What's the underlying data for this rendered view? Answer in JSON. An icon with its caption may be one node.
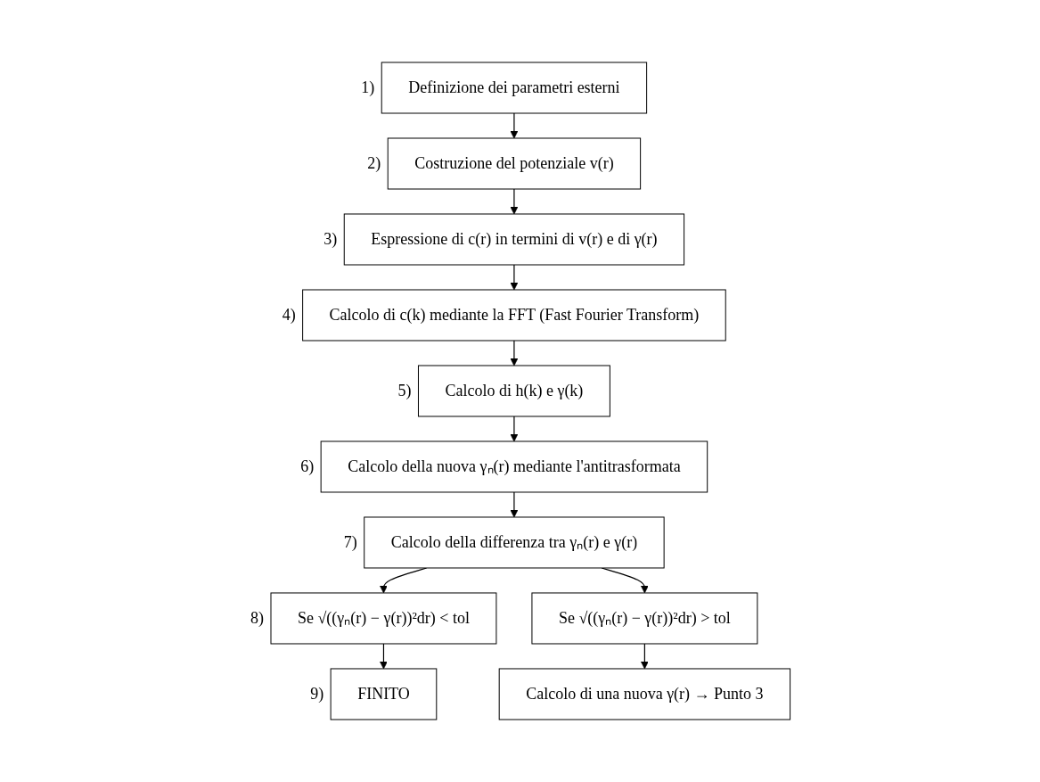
{
  "diagram": {
    "nodes": [
      {
        "text": [
          "Definizione dei parametri esterni"
        ],
        "beside": [
          "1)"
        ]
      },
      {
        "text": [
          "Costruzione del potenziale v(r)"
        ],
        "beside": [
          "2)"
        ]
      },
      {
        "text": [
          "Espressione di c(r) in termini di v(r) e di γ(r)"
        ],
        "beside": [
          "3)"
        ]
      },
      {
        "text": [
          "Calcolo di c(k) mediante la FFT (Fast Fourier Transform)"
        ],
        "beside": [
          "4)"
        ]
      },
      {
        "text": [
          "Calcolo di h(k) e γ(k)"
        ],
        "beside": [
          "5)"
        ]
      },
      {
        "text": [
          "Calcolo della nuova γₙ(r) mediante l'antitrasformata"
        ],
        "beside": [
          "6)"
        ]
      },
      {
        "text": [
          "Calcolo della differenza tra γₙ(r) e γ(r)"
        ],
        "beside": [
          "7)"
        ]
      },
      {
        "text": [
          "Se √((γₙ(r) − γ(r))²dr) < tol"
        ],
        "beside": [
          "8)"
        ]
      },
      {
        "text": [
          "Se √((γₙ(r) − γ(r))²dr) > tol"
        ]
      },
      {
        "text": [
          "FINITO"
        ],
        "beside": [
          "9)"
        ]
      },
      {
        "text": [
          "Calcolo di una nuova γ(r) → Punto 3"
        ]
      }
    ],
    "edges": [
      {
        "from": 0,
        "to": 1,
        "arrow": "to"
      },
      {
        "from": 1,
        "to": 2,
        "arrow": "to"
      },
      {
        "from": 2,
        "to": 3,
        "arrow": "to"
      },
      {
        "from": 3,
        "to": 4,
        "arrow": "to"
      },
      {
        "from": 4,
        "to": 5,
        "arrow": "to"
      },
      {
        "from": 5,
        "to": 6,
        "arrow": "to"
      },
      {
        "from": 6,
        "to": 7,
        "arrow": "to"
      },
      {
        "from": 6,
        "to": 8,
        "arrow": "to"
      },
      {
        "from": 7,
        "to": 9,
        "arrow": "to"
      },
      {
        "from": 8,
        "to": 10,
        "arrow": "to"
      }
    ]
  }
}
